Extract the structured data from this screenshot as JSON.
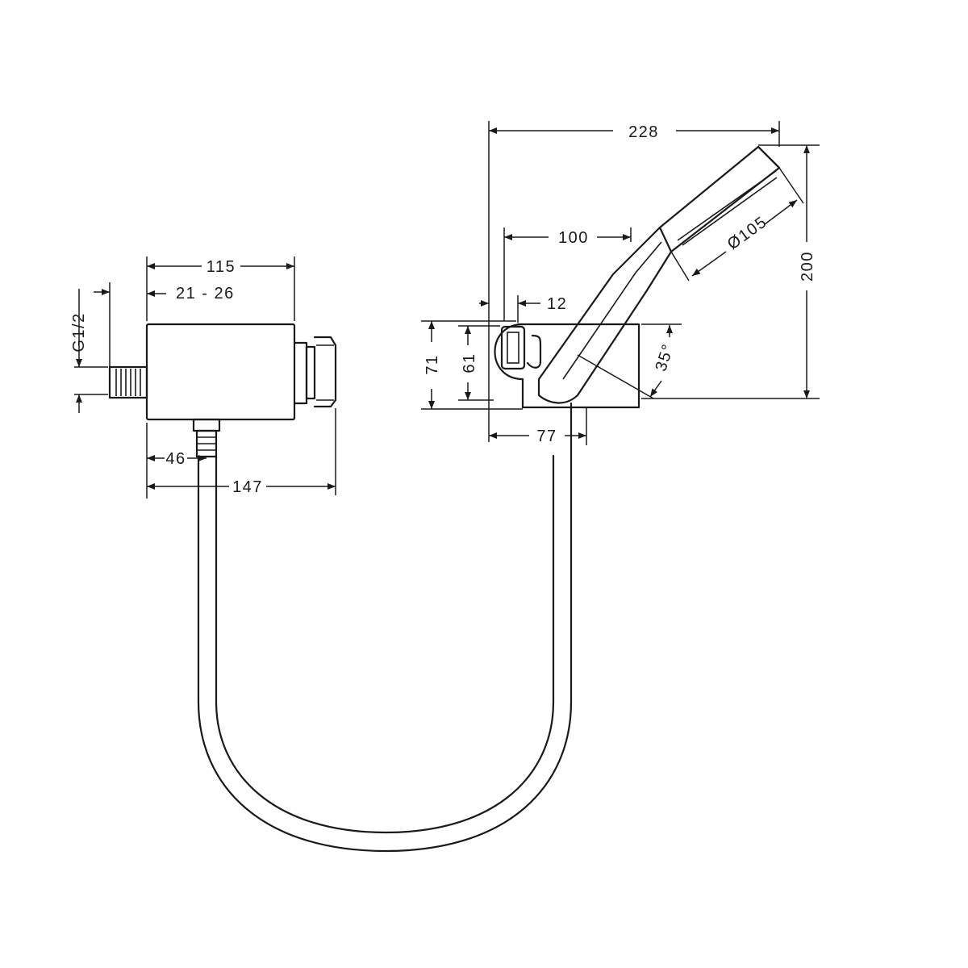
{
  "dimensions": {
    "overall_width": "228",
    "holder_offset": "100",
    "head_diameter": "Ø105",
    "overall_height": "200",
    "holder_gap": "12",
    "holder_height": "71",
    "holder_inner_height": "61",
    "tilt_angle": "35°",
    "holder_depth": "77",
    "outlet_depth": "115",
    "outlet_projection": "21 - 26",
    "thread": "G1/2",
    "hose_offset": "46",
    "outlet_total": "147"
  },
  "colors": {
    "line": "#1a1a1a",
    "background": "#ffffff"
  }
}
